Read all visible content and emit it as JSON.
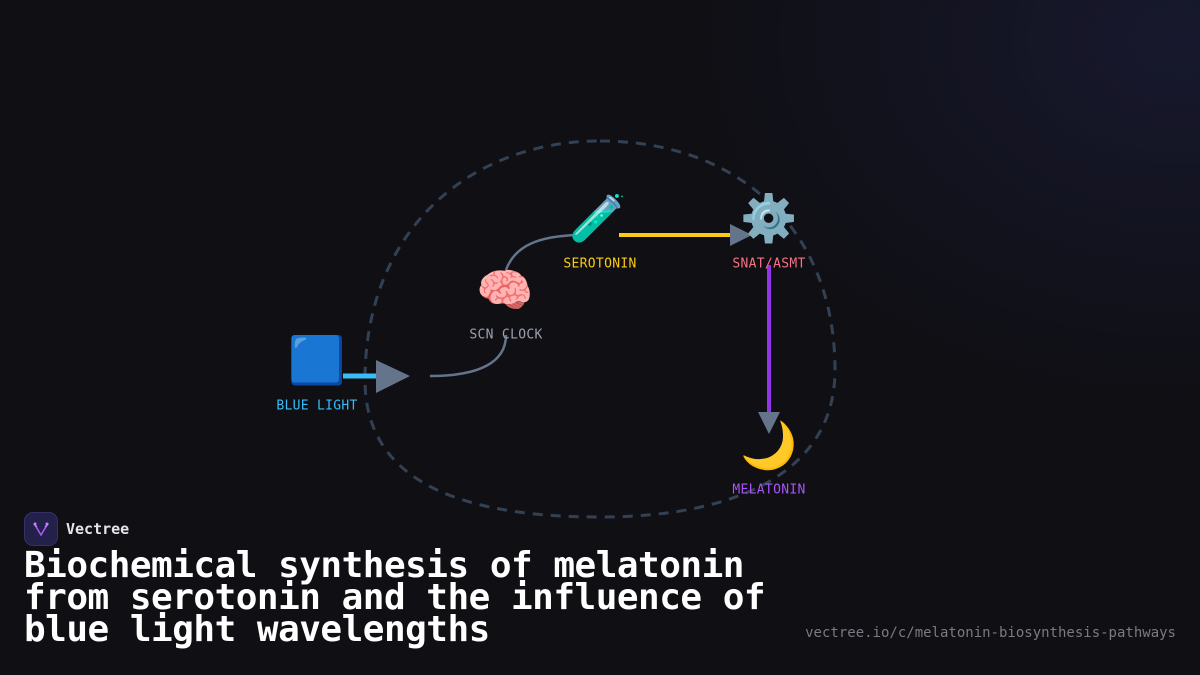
{
  "diagram": {
    "nodes": [
      {
        "id": "blue_light",
        "icon": "blue-square-icon",
        "emoji": "🟦",
        "label": "BLUE LIGHT",
        "color": "#38bdf8"
      },
      {
        "id": "scn_clock",
        "icon": "brain-icon",
        "emoji": "🧠",
        "label": "SCN CLOCK",
        "color": "#9ca3af"
      },
      {
        "id": "serotonin",
        "icon": "test-tube-icon",
        "emoji": "🧪",
        "label": "SEROTONIN",
        "color": "#facc15"
      },
      {
        "id": "snat_asmt",
        "icon": "gear-icon",
        "emoji": "⚙️",
        "label": "SNAT/ASMT",
        "color": "#f87187"
      },
      {
        "id": "melatonin",
        "icon": "crescent-moon-icon",
        "emoji": "🌙",
        "label": "MELATONIN",
        "color": "#a855f7"
      }
    ],
    "edges": [
      {
        "from": "blue_light",
        "to": "scn_clock",
        "color": "#38bdf8"
      },
      {
        "from": "scn_clock",
        "to": "serotonin",
        "color": "#6b7280"
      },
      {
        "from": "serotonin",
        "to": "snat_asmt",
        "color": "#facc15"
      },
      {
        "from": "snat_asmt",
        "to": "melatonin",
        "color": "#9333ea"
      }
    ],
    "loop_color": "#334155",
    "arrowhead_color": "#64748b"
  },
  "brand": {
    "name": "Vectree",
    "logo_color": "#a855f7"
  },
  "title": "Biochemical synthesis of melatonin from serotonin and the influence of blue light wavelengths",
  "title_lines": [
    "Biochemical synthesis of melatonin",
    "from serotonin and the influence of",
    "blue light wavelengths"
  ],
  "url": "vectree.io/c/melatonin-biosynthesis-pathways"
}
